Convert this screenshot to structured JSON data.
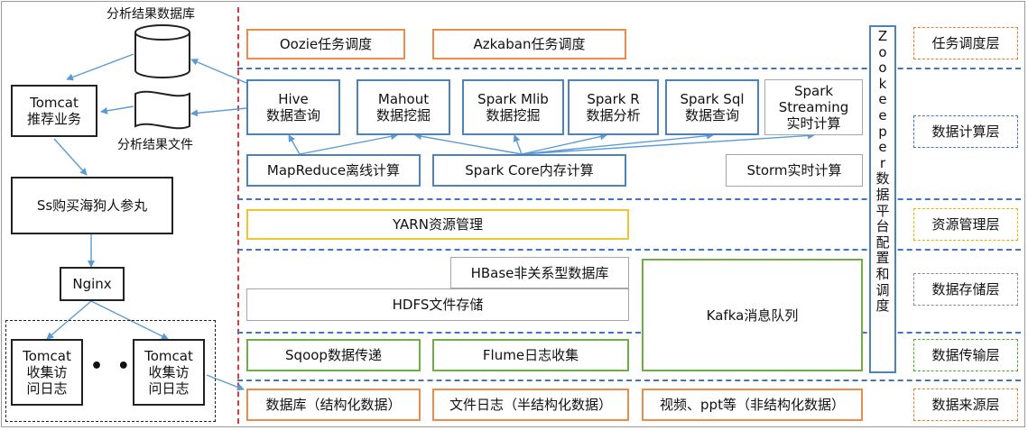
{
  "left": {
    "db_label": "分析结果数据库",
    "file_label": "分析结果文件",
    "tomcat_rec": "Tomcat\n推荐业务",
    "app": "Ss购买海狗人参丸",
    "nginx": "Nginx",
    "tomcat_log_1": "Tomcat\n收集访\n问日志",
    "tomcat_log_2": "Tomcat\n收集访\n问日志",
    "dots": "• • •"
  },
  "scheduling": {
    "oozie": "Oozie任务调度",
    "azkaban": "Azkaban任务调度"
  },
  "compute": {
    "hive": "Hive\n数据查询",
    "mahout": "Mahout\n数据挖掘",
    "mlib": "Spark Mlib\n数据挖掘",
    "sparkr": "Spark R\n数据分析",
    "sparksql": "Spark Sql\n数据查询",
    "streaming": "Spark\nStreaming\n实时计算",
    "mapreduce": "MapReduce离线计算",
    "sparkcore": "Spark Core内存计算",
    "storm": "Storm实时计算"
  },
  "resource": {
    "yarn": "YARN资源管理"
  },
  "storage": {
    "hbase": "HBase非关系型数据库",
    "hdfs": "HDFS文件存储",
    "kafka": "Kafka消息队列"
  },
  "transfer": {
    "sqoop": "Sqoop数据传递",
    "flume": "Flume日志收集"
  },
  "sources": {
    "db": "数据库（结构化数据）",
    "filelog": "文件日志（半结构化数据）",
    "video": "视频、ppt等（非结构化数据）"
  },
  "zookeeper": "Z\no\no\nk\ne\ne\np\ne\nr\n数\n据\n平\n台\n配\n置\n和\n调\n度",
  "layers": {
    "scheduling": "任务调度层",
    "compute": "数据计算层",
    "resource": "资源管理层",
    "storage": "数据存储层",
    "transfer": "数据传输层",
    "source": "数据来源层"
  }
}
